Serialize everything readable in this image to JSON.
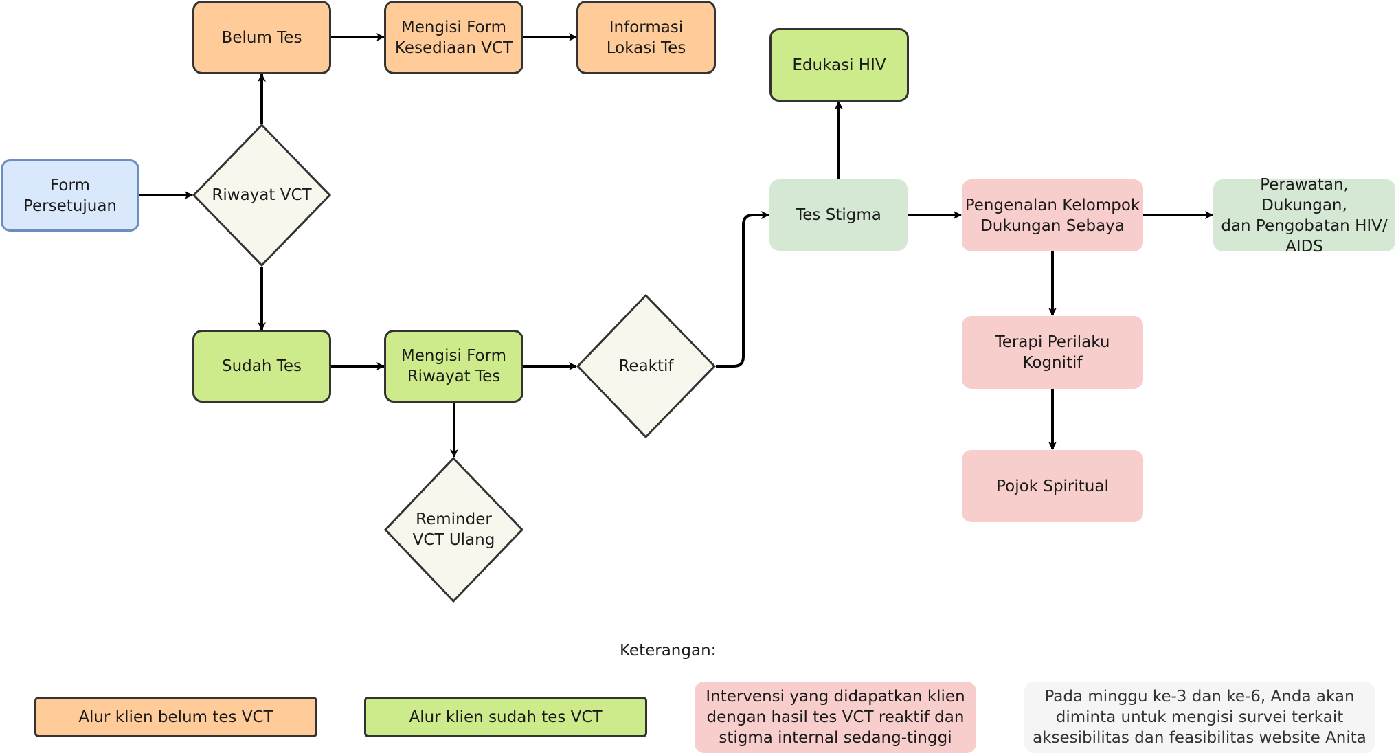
{
  "nodes": {
    "form_persetujuan": "Form Persetujuan",
    "riwayat_vct": "Riwayat VCT",
    "belum_tes": "Belum Tes",
    "mengisi_form_kesediaan": "Mengisi Form\nKesediaan VCT",
    "informasi_lokasi": "Informasi\nLokasi Tes",
    "sudah_tes": "Sudah Tes",
    "mengisi_form_riwayat": "Mengisi Form\nRiwayat Tes",
    "reaktif": "Reaktif",
    "reminder_vct": "Reminder\nVCT Ulang",
    "edukasi_hiv": "Edukasi HIV",
    "tes_stigma": "Tes Stigma",
    "pengenalan_kelompok": "Pengenalan Kelompok\nDukungan Sebaya",
    "perawatan": "Perawatan, Dukungan,\ndan Pengobatan HIV/\nAIDS",
    "terapi_perilaku": "Terapi Perilaku Kognitif",
    "pojok_spiritual": "Pojok Spiritual"
  },
  "edges": [
    [
      "form_persetujuan",
      "riwayat_vct"
    ],
    [
      "riwayat_vct",
      "belum_tes"
    ],
    [
      "riwayat_vct",
      "sudah_tes"
    ],
    [
      "belum_tes",
      "mengisi_form_kesediaan"
    ],
    [
      "mengisi_form_kesediaan",
      "informasi_lokasi"
    ],
    [
      "sudah_tes",
      "mengisi_form_riwayat"
    ],
    [
      "mengisi_form_riwayat",
      "reaktif"
    ],
    [
      "mengisi_form_riwayat",
      "reminder_vct"
    ],
    [
      "reaktif",
      "tes_stigma"
    ],
    [
      "tes_stigma",
      "edukasi_hiv"
    ],
    [
      "tes_stigma",
      "pengenalan_kelompok"
    ],
    [
      "pengenalan_kelompok",
      "perawatan"
    ],
    [
      "pengenalan_kelompok",
      "terapi_perilaku"
    ],
    [
      "terapi_perilaku",
      "pojok_spiritual"
    ]
  ],
  "legend": {
    "title": "Keterangan:",
    "belum_tes": "Alur klien belum tes VCT",
    "sudah_tes": "Alur klien sudah tes VCT",
    "intervensi": "Intervensi yang didapatkan klien\ndengan hasil tes VCT reaktif dan\nstigma internal sedang-tinggi",
    "catatan": "Pada minggu ke-3 dan ke-6, Anda akan\ndiminta untuk mengisi survei terkait\naksesibilitas dan feasibilitas website Anita"
  },
  "colors": {
    "orange_fill": "#ffcc99",
    "green_fill": "#cdeb8b",
    "blue_fill": "#dae8fc",
    "blue_stroke": "#6c8ebf",
    "mint_fill": "#d5e8d4",
    "pink_fill": "#f8cecc",
    "grey_fill": "#f5f5f5",
    "diamond_fill": "#f9f7ed",
    "stroke": "#333333"
  }
}
